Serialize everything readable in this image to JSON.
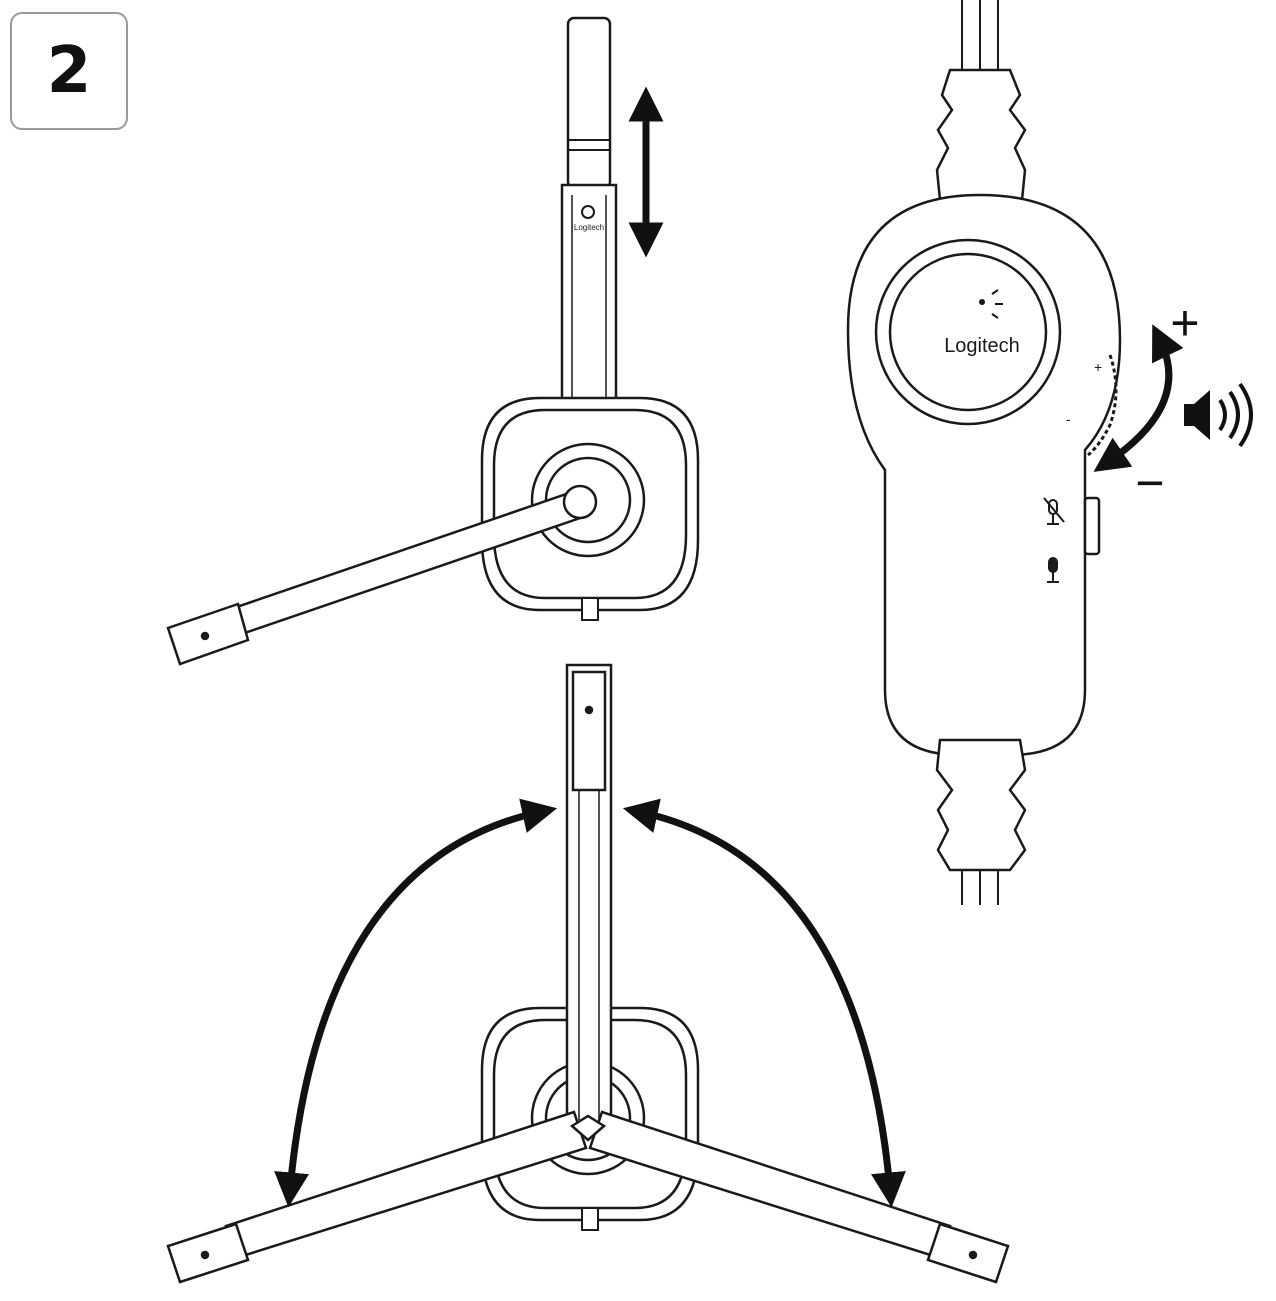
{
  "step": {
    "number": "2"
  },
  "logos": {
    "boom_small": "Logitech",
    "control_pod": "Logitech"
  },
  "volume_control": {
    "plus_large": "+",
    "minus_large": "−",
    "plus_small": "+",
    "minus_small": "-"
  },
  "icons": [
    "vertical-adjust-arrow-icon",
    "speaker-volume-icon",
    "mic-mute-icon",
    "mic-icon",
    "boom-rotation-arrow-icon",
    "volume-rotation-arrow-icon"
  ],
  "colors": {
    "line": "#1a1a1a",
    "background": "#ffffff"
  }
}
